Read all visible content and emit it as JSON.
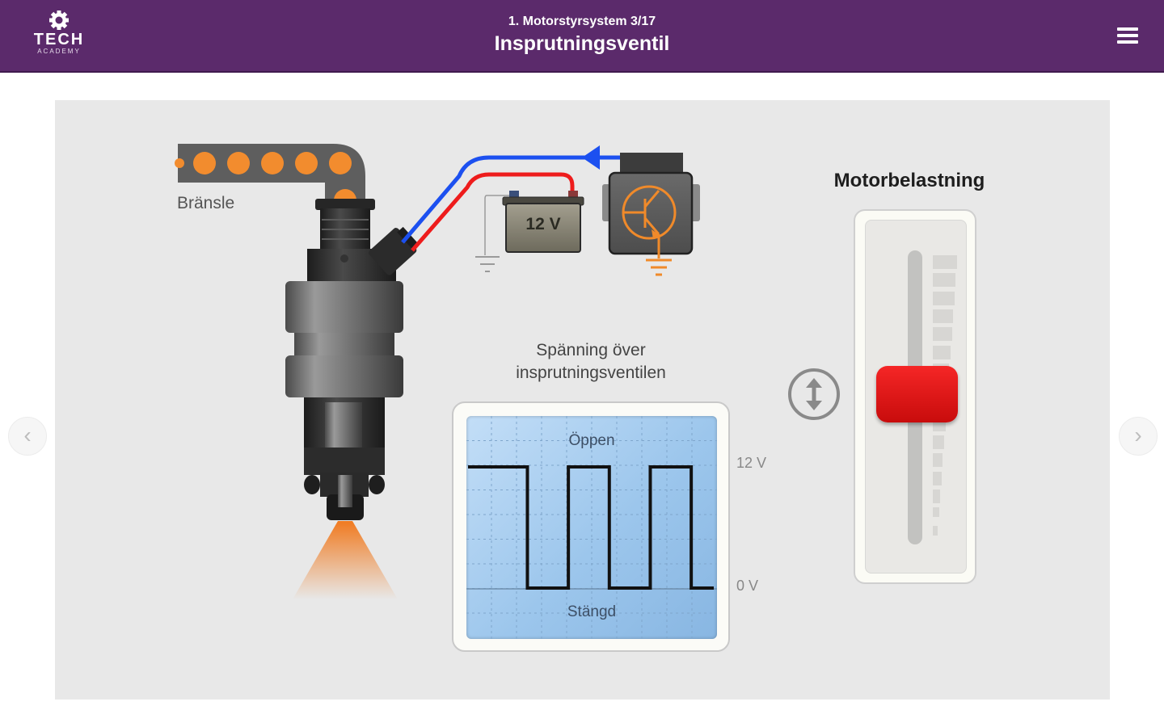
{
  "header": {
    "logo": {
      "icon": "gear-icon",
      "brand": "TECH",
      "sub": "ACADEMY"
    },
    "breadcrumb": "1. Motorstyrsystem 3/17",
    "title": "Insprutningsventil",
    "menu_icon": "hamburger-menu-icon"
  },
  "navigation": {
    "prev_icon": "chevron-left-icon",
    "next_icon": "chevron-right-icon",
    "prev_glyph": "‹",
    "next_glyph": "›"
  },
  "diagram": {
    "fuel_label": "Bränsle",
    "battery_label": "12 V",
    "colors": {
      "fuel": "#f28c2e",
      "positive_wire": "#ee1c1c",
      "signal_wire": "#1c50f0",
      "ground_ecu": "#f08a2a",
      "header_bg": "#5b2a6b"
    }
  },
  "oscilloscope": {
    "title": "Spänning över insprutningsventilen",
    "open_label": "Öppen",
    "closed_label": "Stängd",
    "high_label": "12 V",
    "low_label": "0 V"
  },
  "engine_load": {
    "title": "Motorbelastning",
    "value_fraction": 0.51,
    "adjust_icon": "up-down-arrow-icon"
  },
  "chart_data": {
    "type": "line",
    "title": "Spänning över insprutningsventilen",
    "xlabel": "",
    "ylabel": "",
    "ylim": [
      0,
      12
    ],
    "y_ticks": [
      "0 V",
      "12 V"
    ],
    "annotations": [
      "Öppen",
      "Stängd"
    ],
    "grid": true,
    "series": [
      {
        "name": "voltage",
        "x": [
          0,
          2.9,
          2.9,
          4.9,
          4.9,
          6.9,
          6.9,
          8.9,
          8.9,
          10.9,
          10.9,
          12
        ],
        "y": [
          12,
          12,
          0,
          0,
          12,
          12,
          0,
          0,
          12,
          12,
          0,
          0
        ]
      }
    ],
    "xlim": [
      0,
      12
    ]
  }
}
